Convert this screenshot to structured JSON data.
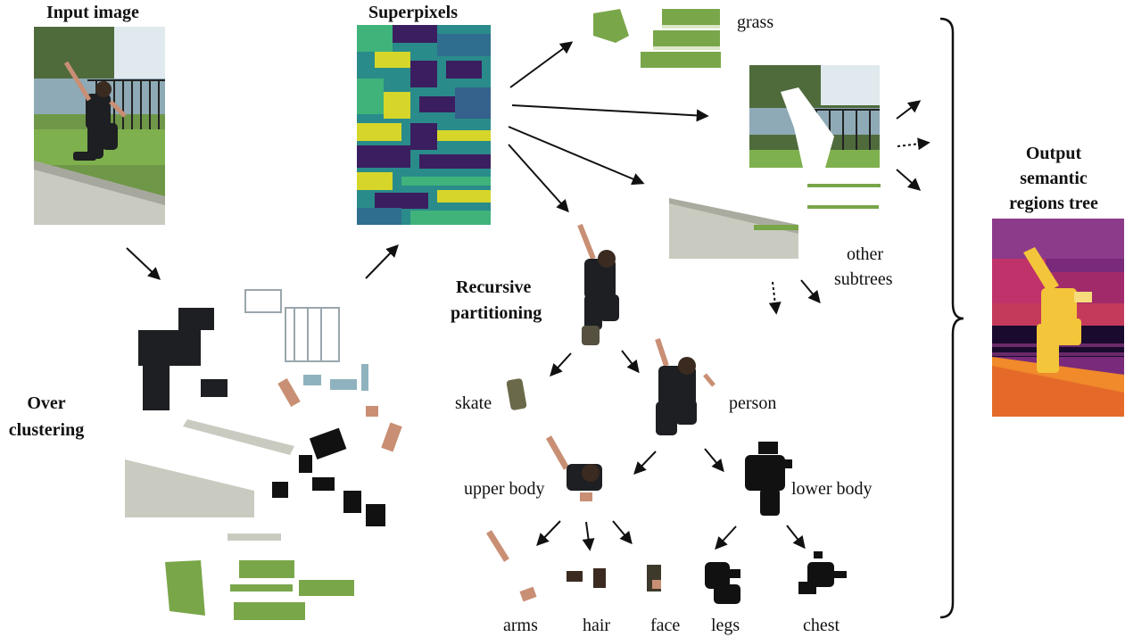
{
  "titles": {
    "input_image": "Input image",
    "superpixels": "Superpixels",
    "over_clustering_1": "Over",
    "over_clustering_2": "clustering",
    "recursive_1": "Recursive",
    "recursive_2": "partitioning",
    "output_1": "Output",
    "output_2": "semantic",
    "output_3": "regions tree"
  },
  "nodes": {
    "grass": "grass",
    "other_1": "other",
    "other_2": "subtrees",
    "skate": "skate",
    "person": "person",
    "upper_body": "upper  body",
    "lower_body": "lower  body",
    "arms": "arms",
    "hair": "hair",
    "face": "face",
    "legs": "legs",
    "chest": "chest"
  },
  "colors": {
    "grass": "#7aa64a",
    "sky": "#d8e4ea",
    "ramp": "#c9cbc1",
    "dark": "#1d1f22",
    "skin": "#c98f74",
    "viridis_dark": "#3b1e5f",
    "viridis_mid": "#2a8b8b",
    "viridis_light": "#d6d62a",
    "magma_dark": "#1a0a2e",
    "magma_mid": "#a02a6a",
    "magma_light": "#f3c53a"
  }
}
